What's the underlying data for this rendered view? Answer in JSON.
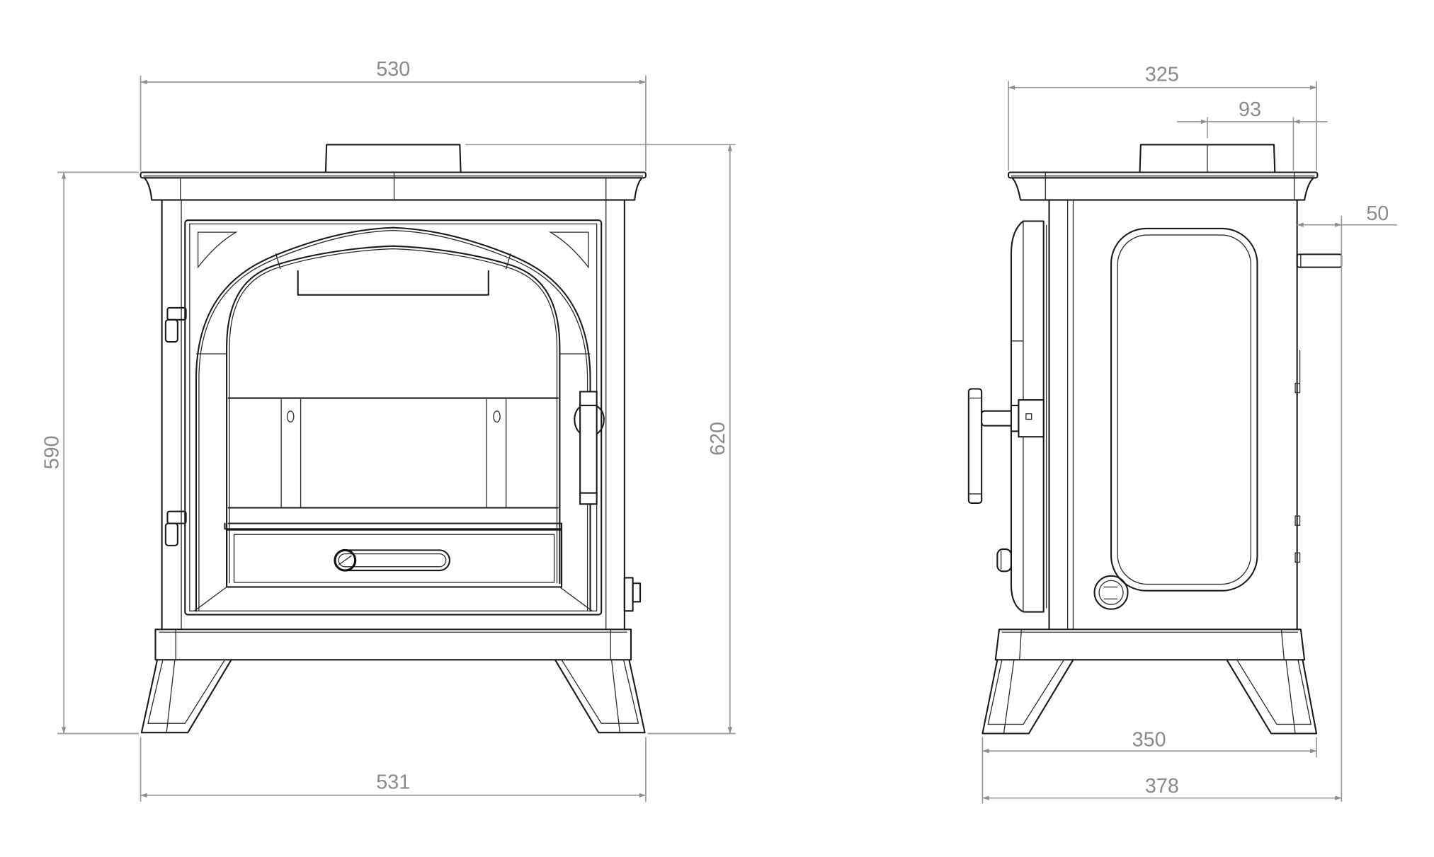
{
  "drawing": {
    "title": "Wood burning stove dimensional drawing",
    "units": "mm",
    "line_color": "#1a1a1a",
    "dimension_color": "#8a8a8a",
    "front_view": {
      "label": "Front elevation",
      "dimensions": {
        "top_width": "530",
        "base_width": "531",
        "height_to_top_plate": "590",
        "height_to_flue_collar": "620"
      }
    },
    "side_view": {
      "label": "Side elevation",
      "dimensions": {
        "top_depth": "325",
        "flue_centre_from_back": "93",
        "rear_spigot_projection": "50",
        "base_depth": "350",
        "overall_depth": "378"
      }
    }
  }
}
